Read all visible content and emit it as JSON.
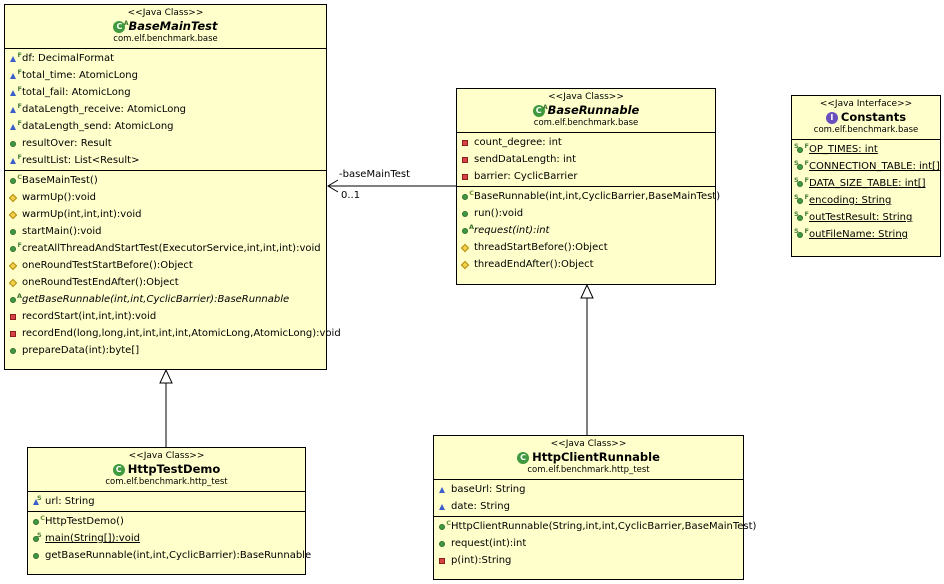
{
  "classes": {
    "base_main_test": {
      "stereotype": "<<Java Class>>",
      "name": "BaseMainTest",
      "package": "com.elf.benchmark.base",
      "fields": [
        "df: DecimalFormat",
        "total_time: AtomicLong",
        "total_fail: AtomicLong",
        "dataLength_receive: AtomicLong",
        "dataLength_send: AtomicLong",
        "resultOver: Result",
        "resultList: List<Result>"
      ],
      "methods": [
        "BaseMainTest()",
        "warmUp():void",
        "warmUp(int,int,int):void",
        "startMain():void",
        "creatAllThreadAndStartTest(ExecutorService,int,int,int):void",
        "oneRoundTestStartBefore():Object",
        "oneRoundTestEndAfter():Object",
        "getBaseRunnable(int,int,CyclicBarrier):BaseRunnable",
        "recordStart(int,int,int):void",
        "recordEnd(long,long,int,int,int,int,AtomicLong,AtomicLong):void",
        "prepareData(int):byte[]"
      ]
    },
    "base_runnable": {
      "stereotype": "<<Java Class>>",
      "name": "BaseRunnable",
      "package": "com.elf.benchmark.base",
      "fields": [
        "count_degree: int",
        "sendDataLength: int",
        "barrier: CyclicBarrier"
      ],
      "methods": [
        "BaseRunnable(int,int,CyclicBarrier,BaseMainTest)",
        "run():void",
        "request(int):int",
        "threadStartBefore():Object",
        "threadEndAfter():Object"
      ]
    },
    "constants": {
      "stereotype": "<<Java Interface>>",
      "name": "Constants",
      "package": "com.elf.benchmark.base",
      "fields": [
        "OP_TIMES: int",
        "CONNECTION_TABLE: int[]",
        "DATA_SIZE_TABLE: int[]",
        "encoding: String",
        "outTestResult: String",
        "outFileName: String"
      ]
    },
    "http_test_demo": {
      "stereotype": "<<Java Class>>",
      "name": "HttpTestDemo",
      "package": "com.elf.benchmark.http_test",
      "fields": [
        "url: String"
      ],
      "methods": [
        "HttpTestDemo()",
        "main(String[]):void",
        "getBaseRunnable(int,int,CyclicBarrier):BaseRunnable"
      ]
    },
    "http_client_runnable": {
      "stereotype": "<<Java Class>>",
      "name": "HttpClientRunnable",
      "package": "com.elf.benchmark.http_test",
      "fields": [
        "baseUrl: String",
        "date: String"
      ],
      "methods": [
        "HttpClientRunnable(String,int,int,CyclicBarrier,BaseMainTest)",
        "request(int):int",
        "p(int):String"
      ]
    }
  },
  "association": {
    "role": "-baseMainTest",
    "multiplicity": "0..1"
  },
  "colors": {
    "class_fill": "#ffffcc",
    "border": "#000000",
    "public": "#3f9a3f",
    "private": "#d94343",
    "protected": "#f2d04a",
    "package": "#3a5fc8"
  }
}
